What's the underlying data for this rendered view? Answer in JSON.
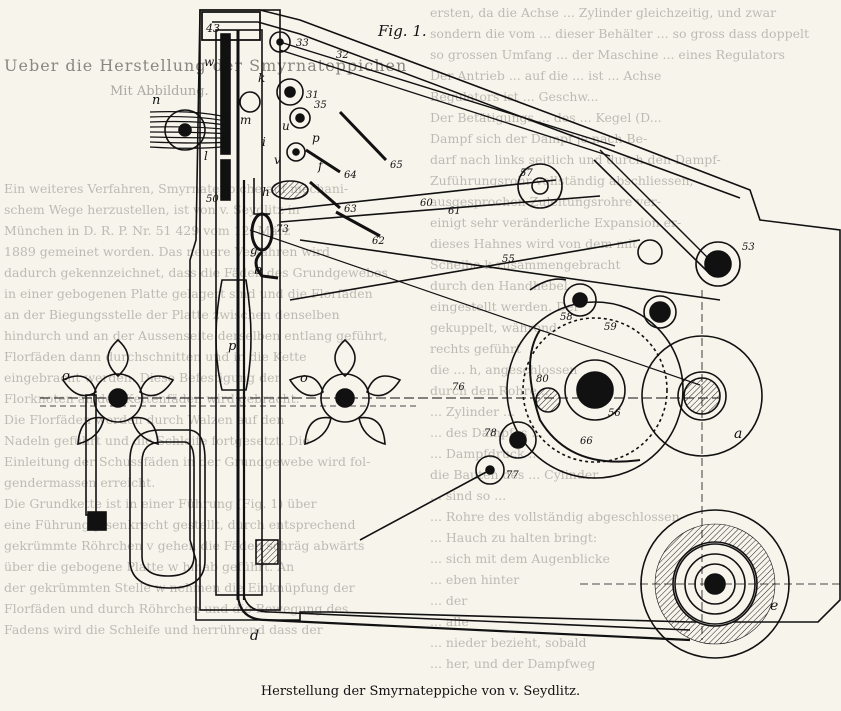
{
  "figure": {
    "label": "Fig. 1.",
    "caption": "Herstellung der Smyrnateppiche von v. Seydlitz."
  },
  "background_heading": "Ueber die Herstellung der Smyrnateppichen",
  "background_subheading": "Mit Abbildung.",
  "background_left_lines": [
    "Ein weiteres Verfahren, Smyrnateppiche auf mechani-",
    "schem Wege herzustellen, ist von v. Seydlitz in",
    "München in D. R. P. Nr. 51 429 vom 12. März",
    "1889 gemeinet worden. Das neuere Verfahren wird",
    "dadurch gekennzeichnet, dass die Fäden des Grundgewebes",
    "in einer gebogenen Platte gelagert sind und die Florfäden",
    "an der Biegungsstelle der Platte zwischen denselben",
    "hindurch und an der Aussenseite derselben entlang geführt,",
    "Florfäden dann durchschnitten und in die Kette",
    "eingebracht werden. Diese Befestigung der",
    "Florknoten an den Kettenfäden wird gebracht.",
    "Die Florfäden werden durch Walzen auf den",
    "Nadeln geführt und die Schleife fortgesetzt. Die",
    "Einleitung der Schussfäden in der Grundgewebe wird fol-",
    "gendermassen erreicht.",
    "Die Grundkette ist in einer Führung (Fig. 1) über",
    "eine Führung p senkrecht gestellt, durch entsprechend",
    "gekrümmte Röhrchen v gehen die Fäden schräg abwärts",
    "über die gebogene Platte w hinab geführt. An",
    "der gekrümmten Stelle w nehmen die Einknüpfung der",
    "Florfäden und durch Röhrchen und die Bewegung des",
    "Fadens wird die Schleife und herrührend dass der"
  ],
  "background_right_lines": [
    "ersten, da die Achse ... Zylinder gleichzeitig, und zwar",
    "sondern die vom ... dieser Behälter ... so gross dass doppelt",
    "so grossen Umfang ... der Maschine ... eines Regulators",
    "Der Antrieb ... auf die ... ist ... Achse",
    "Regulators ist ... Geschw...",
    "Der Betätigungs ... des ... Kegel (D...",
    "Dampf sich der Dampf je nach Be-",
    "darf nach links seitlich und durch den Dampf-",
    "Zuführungsrohr vollständig abschliessen,",
    "ausgesprochen Zuleitungsrohre ver-",
    "einigt sehr veränderliche Expansion er-",
    "dieses Hahnes wird von dem mit",
    "Scheibe k zusammengebracht",
    "durch den Handhebel",
    "eingestellt werden. Der",
    "gekuppelt, während",
    "rechts geführt",
    "die ... h, angeschlossen",
    "durch den Rohre ...",
    "... Zylinder ...",
    "... des Dampfes ...",
    "... Dampfdruck ...",
    "die Bauten des ... Cylinder",
    "... sind so ...",
    "... Rohre des vollständig abgeschlossen",
    "... Hauch zu halten bringt:",
    "... sich mit dem Augenblicke",
    "... eben hinter",
    "... der",
    "... alle",
    "... nieder bezieht, sobald",
    "... her, und der Dampfweg"
  ],
  "part_labels": {
    "l43": "43",
    "w": "w",
    "l33": "33",
    "n": "n",
    "l32": "32",
    "k": "k",
    "l31": "31",
    "l35": "35",
    "m": "m",
    "u": "u",
    "p_top": "p",
    "i": "i",
    "v": "v",
    "l": "l",
    "f": "f",
    "l65": "65",
    "l64": "64",
    "h": "h",
    "l50": "50",
    "l63": "63",
    "l62": "62",
    "l73": "73",
    "g": "g",
    "b": "b",
    "l55": "55",
    "l57": "57",
    "l53": "53",
    "l60": "60",
    "l61": "61",
    "l58": "58",
    "l59": "59",
    "o_left": "o",
    "p_mid": "p",
    "o_right": "o",
    "l76": "76",
    "l80": "80",
    "l66": "66",
    "l56": "56",
    "a": "a",
    "l78": "78",
    "l77": "77",
    "d": "d",
    "e": "e"
  }
}
